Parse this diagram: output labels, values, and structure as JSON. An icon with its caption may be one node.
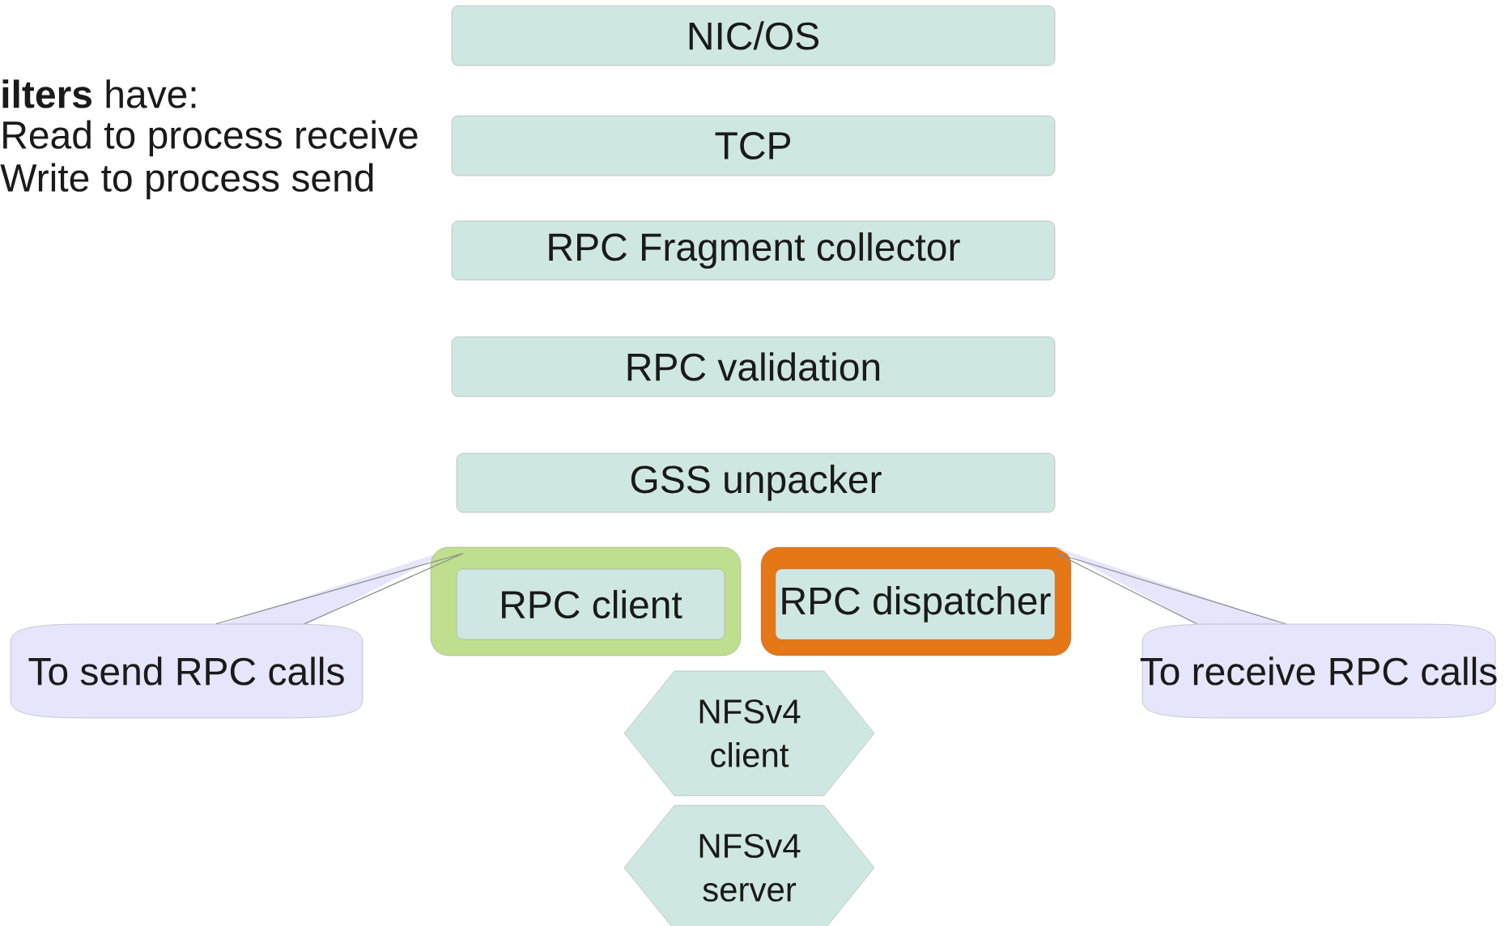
{
  "diagram": {
    "nodes": [
      {
        "text": [
          "NIC/OS"
        ]
      },
      {
        "text": [
          "TCP"
        ]
      },
      {
        "text": [
          "RPC Fragment collector"
        ]
      },
      {
        "text": [
          "RPC validation"
        ]
      },
      {
        "text": [
          "GSS unpacker"
        ]
      },
      {
        "text": [
          "To send RPC calls"
        ]
      },
      {
        "text": [],
        "shape": "box"
      },
      {
        "text": [
          "RPC client"
        ],
        "in": 6
      },
      {
        "text": [],
        "shape": "box"
      },
      {
        "text": [
          "RPC dispatcher"
        ],
        "in": 8
      },
      {
        "text": [
          "To receive RPC calls"
        ]
      },
      {
        "text": [
          "NFSv4 client"
        ]
      },
      {
        "text": [
          "NFSv4 server"
        ]
      }
    ],
    "edges": [
      {
        "from": 5,
        "to": 6,
        "arrow": "none"
      },
      {
        "from": 10,
        "to": 8,
        "arrow": "none"
      }
    ],
    "labels": [
      "**ilters** have:",
      "Read to process receive",
      "Write to process send"
    ]
  }
}
